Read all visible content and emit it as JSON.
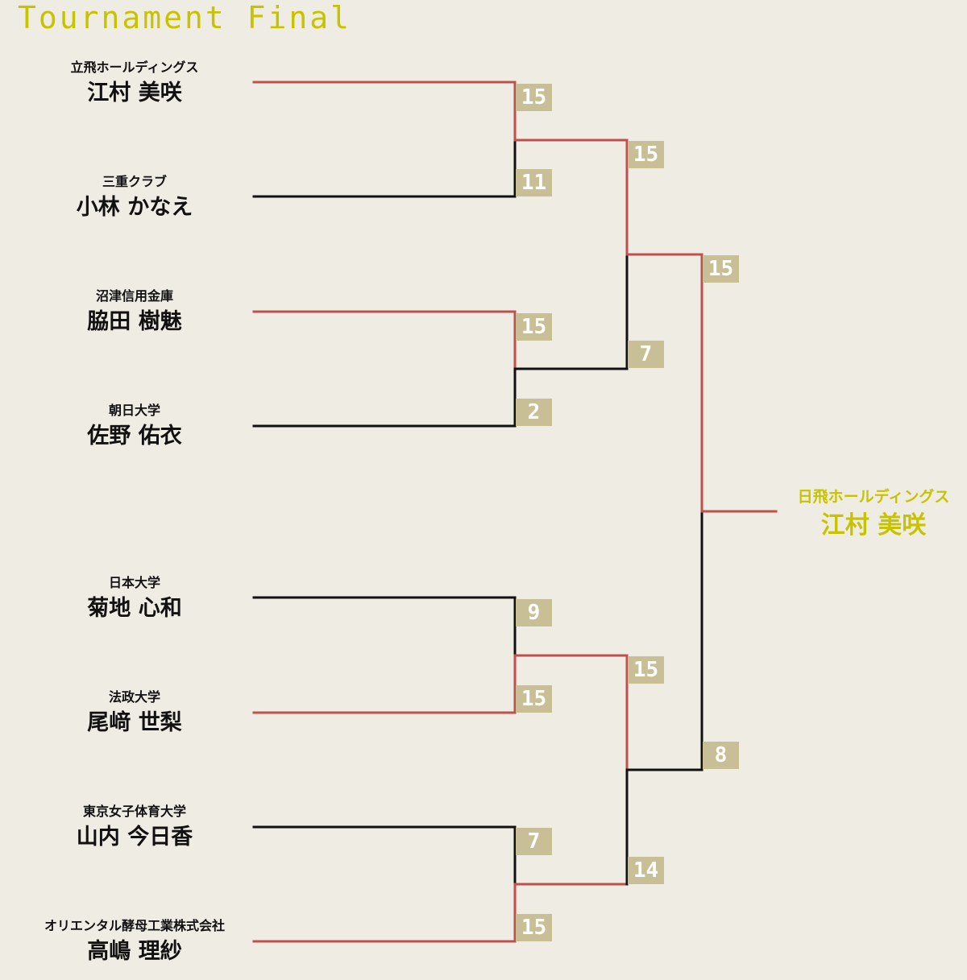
{
  "title": "Tournament Final",
  "colors": {
    "background": "#efece3",
    "title": "#c8c300",
    "winner_line": "#c0504d",
    "loser_line": "#111111",
    "score_box": "#c9bf96",
    "score_text": "#ffffff"
  },
  "players": [
    {
      "team": "立飛ホールディングス",
      "name": "江村 美咲"
    },
    {
      "team": "三重クラブ",
      "name": "小林 かなえ"
    },
    {
      "team": "沼津信用金庫",
      "name": "脇田 樹魅"
    },
    {
      "team": "朝日大学",
      "name": "佐野 佑衣"
    },
    {
      "team": "日本大学",
      "name": "菊地 心和"
    },
    {
      "team": "法政大学",
      "name": "尾﨑 世梨"
    },
    {
      "team": "東京女子体育大学",
      "name": "山内 今日香"
    },
    {
      "team": "オリエンタル酵母工業株式会社",
      "name": "高嶋 理紗"
    }
  ],
  "scores": {
    "round1": [
      "15",
      "11",
      "15",
      "2",
      "9",
      "15",
      "7",
      "15"
    ],
    "round2": [
      "15",
      "7",
      "15",
      "14"
    ],
    "round3": [
      "15",
      "8"
    ]
  },
  "champion": {
    "team": "日飛ホールディングス",
    "name": "江村 美咲"
  }
}
